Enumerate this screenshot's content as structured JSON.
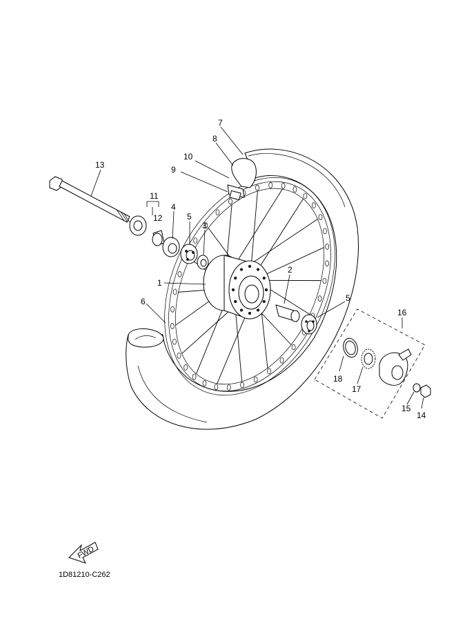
{
  "callouts": [
    {
      "id": "1",
      "text": "1"
    },
    {
      "id": "2",
      "text": "2"
    },
    {
      "id": "3",
      "text": "3"
    },
    {
      "id": "4",
      "text": "4"
    },
    {
      "id": "5a",
      "text": "5"
    },
    {
      "id": "5b",
      "text": "5"
    },
    {
      "id": "6",
      "text": "6"
    },
    {
      "id": "7",
      "text": "7"
    },
    {
      "id": "8",
      "text": "8"
    },
    {
      "id": "9",
      "text": "9"
    },
    {
      "id": "10",
      "text": "10"
    },
    {
      "id": "11",
      "text": "11"
    },
    {
      "id": "12",
      "text": "12"
    },
    {
      "id": "13",
      "text": "13"
    },
    {
      "id": "14",
      "text": "14"
    },
    {
      "id": "15",
      "text": "15"
    },
    {
      "id": "16",
      "text": "16"
    },
    {
      "id": "17",
      "text": "17"
    },
    {
      "id": "18",
      "text": "18"
    }
  ],
  "fwd_label": "FWD",
  "diagram_code": "1D81210-C262"
}
